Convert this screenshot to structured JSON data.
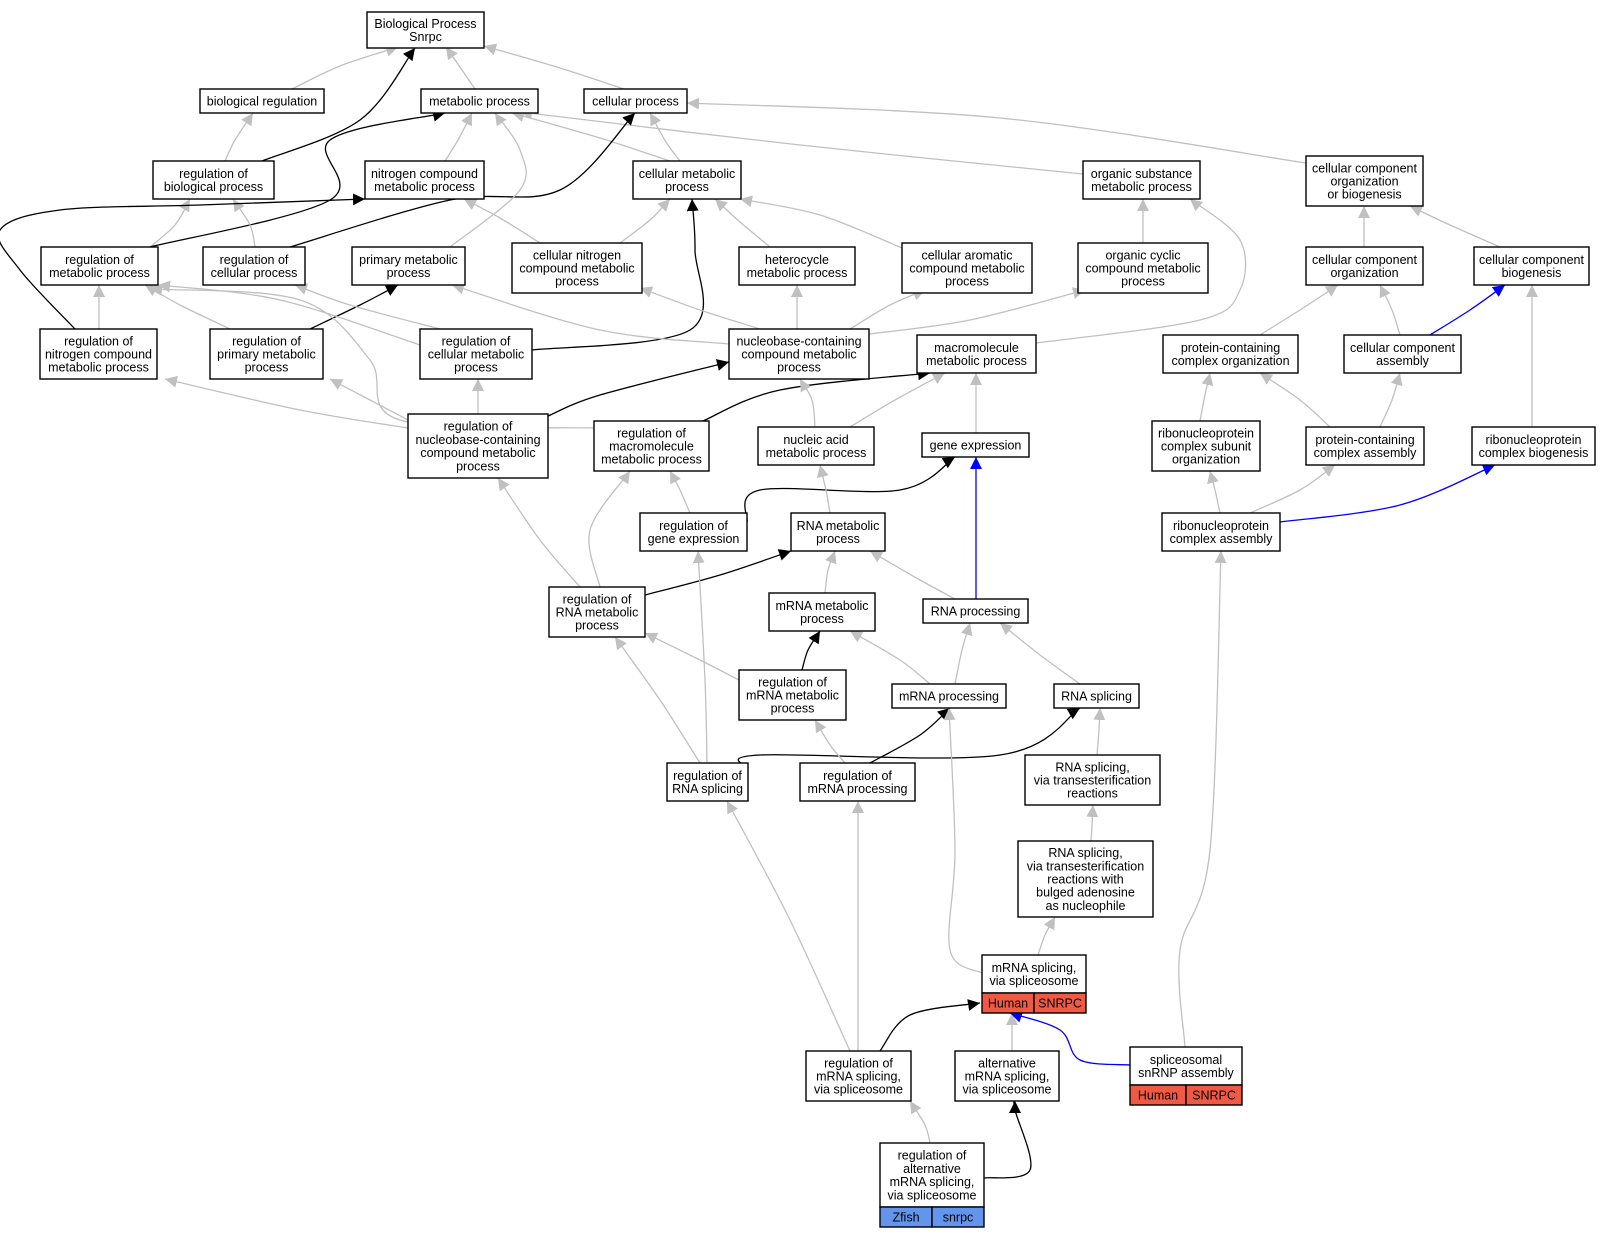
{
  "colors": {
    "is_a": "#c0c0c0",
    "regulates": "#000000",
    "part_of": "#0000ff",
    "human_badge": "#f05a44",
    "zfish_badge": "#6495ed"
  },
  "nodes": [
    {
      "id": "root",
      "lines": [
        "Biological Process",
        "Snrpc"
      ]
    },
    {
      "id": "bioreg",
      "lines": [
        "biological regulation"
      ]
    },
    {
      "id": "metab",
      "lines": [
        "metabolic process"
      ]
    },
    {
      "id": "cellproc",
      "lines": [
        "cellular process"
      ]
    },
    {
      "id": "regbio",
      "lines": [
        "regulation of",
        "biological process"
      ]
    },
    {
      "id": "nitro",
      "lines": [
        "nitrogen compound",
        "metabolic process"
      ]
    },
    {
      "id": "cellmetab",
      "lines": [
        "cellular metabolic",
        "process"
      ]
    },
    {
      "id": "orgsub",
      "lines": [
        "organic substance",
        "metabolic process"
      ]
    },
    {
      "id": "ccob",
      "lines": [
        "cellular component",
        "organization",
        "or biogenesis"
      ]
    },
    {
      "id": "regmetab",
      "lines": [
        "regulation of",
        "metabolic process"
      ]
    },
    {
      "id": "regcell",
      "lines": [
        "regulation of",
        "cellular process"
      ]
    },
    {
      "id": "primmetab",
      "lines": [
        "primary metabolic",
        "process"
      ]
    },
    {
      "id": "cellnitro",
      "lines": [
        "cellular nitrogen",
        "compound metabolic",
        "process"
      ]
    },
    {
      "id": "hetero",
      "lines": [
        "heterocycle",
        "metabolic process"
      ]
    },
    {
      "id": "cellarom",
      "lines": [
        "cellular aromatic",
        "compound metabolic",
        "process"
      ]
    },
    {
      "id": "orgcyc",
      "lines": [
        "organic cyclic",
        "compound metabolic",
        "process"
      ]
    },
    {
      "id": "cco",
      "lines": [
        "cellular component",
        "organization"
      ]
    },
    {
      "id": "ccb",
      "lines": [
        "cellular component",
        "biogenesis"
      ]
    },
    {
      "id": "regnitro",
      "lines": [
        "regulation of",
        "nitrogen compound",
        "metabolic process"
      ]
    },
    {
      "id": "regprim",
      "lines": [
        "regulation of",
        "primary metabolic",
        "process"
      ]
    },
    {
      "id": "regcellmetab",
      "lines": [
        "regulation of",
        "cellular metabolic",
        "process"
      ]
    },
    {
      "id": "nucbase",
      "lines": [
        "nucleobase-containing",
        "compound metabolic",
        "process"
      ]
    },
    {
      "id": "macro",
      "lines": [
        "macromolecule",
        "metabolic process"
      ]
    },
    {
      "id": "pcorg",
      "lines": [
        "protein-containing",
        "complex organization"
      ]
    },
    {
      "id": "cca",
      "lines": [
        "cellular component",
        "assembly"
      ]
    },
    {
      "id": "regnucbase",
      "lines": [
        "regulation of",
        "nucleobase-containing",
        "compound metabolic",
        "process"
      ]
    },
    {
      "id": "regmacro",
      "lines": [
        "regulation of",
        "macromolecule",
        "metabolic process"
      ]
    },
    {
      "id": "nucacid",
      "lines": [
        "nucleic acid",
        "metabolic process"
      ]
    },
    {
      "id": "geneexp",
      "lines": [
        "gene expression"
      ]
    },
    {
      "id": "rnpsub",
      "lines": [
        "ribonucleoprotein",
        "complex subunit",
        "organization"
      ]
    },
    {
      "id": "pcasm",
      "lines": [
        "protein-containing",
        "complex assembly"
      ]
    },
    {
      "id": "rnpbio",
      "lines": [
        "ribonucleoprotein",
        "complex biogenesis"
      ]
    },
    {
      "id": "reggeneexp",
      "lines": [
        "regulation of",
        "gene expression"
      ]
    },
    {
      "id": "rnametab",
      "lines": [
        "RNA metabolic",
        "process"
      ]
    },
    {
      "id": "rnpasm",
      "lines": [
        "ribonucleoprotein",
        "complex assembly"
      ]
    },
    {
      "id": "regrnametab",
      "lines": [
        "regulation of",
        "RNA metabolic",
        "process"
      ]
    },
    {
      "id": "mrnametab",
      "lines": [
        "mRNA metabolic",
        "process"
      ]
    },
    {
      "id": "rnaproc",
      "lines": [
        "RNA processing"
      ]
    },
    {
      "id": "regmrnametab",
      "lines": [
        "regulation of",
        "mRNA metabolic",
        "process"
      ]
    },
    {
      "id": "mrnaproc",
      "lines": [
        "mRNA processing"
      ]
    },
    {
      "id": "rnasplice",
      "lines": [
        "RNA splicing"
      ]
    },
    {
      "id": "regrnasplice",
      "lines": [
        "regulation of",
        "RNA splicing"
      ]
    },
    {
      "id": "regmrnaproc",
      "lines": [
        "regulation of",
        "mRNA processing"
      ]
    },
    {
      "id": "rnasplicetrans",
      "lines": [
        "RNA splicing,",
        "via transesterification",
        "reactions"
      ]
    },
    {
      "id": "rnasplicebulged",
      "lines": [
        "RNA splicing,",
        "via transesterification",
        "reactions with",
        "bulged adenosine",
        "as nucleophile"
      ]
    },
    {
      "id": "mrnasplice",
      "lines": [
        "mRNA splicing,",
        "via spliceosome"
      ],
      "badges": [
        {
          "label": "Human",
          "kind": "human"
        },
        {
          "label": "SNRPC",
          "kind": "human"
        }
      ]
    },
    {
      "id": "regmrnasplice",
      "lines": [
        "regulation of",
        "mRNA splicing,",
        "via spliceosome"
      ]
    },
    {
      "id": "altsplice",
      "lines": [
        "alternative",
        "mRNA splicing,",
        "via spliceosome"
      ]
    },
    {
      "id": "snrnp",
      "lines": [
        "spliceosomal",
        "snRNP assembly"
      ],
      "badges": [
        {
          "label": "Human",
          "kind": "human"
        },
        {
          "label": "SNRPC",
          "kind": "human"
        }
      ]
    },
    {
      "id": "regaltsplice",
      "lines": [
        "regulation of",
        "alternative",
        "mRNA splicing,",
        "via spliceosome"
      ],
      "badges": [
        {
          "label": "Zfish",
          "kind": "zfish"
        },
        {
          "label": "snrpc",
          "kind": "zfish"
        }
      ]
    }
  ],
  "edges": [
    {
      "from": "bioreg",
      "to": "root",
      "type": "is_a"
    },
    {
      "from": "metab",
      "to": "root",
      "type": "is_a"
    },
    {
      "from": "cellproc",
      "to": "root",
      "type": "is_a"
    },
    {
      "from": "regbio",
      "to": "root",
      "type": "regulates"
    },
    {
      "from": "regbio",
      "to": "bioreg",
      "type": "is_a"
    },
    {
      "from": "nitro",
      "to": "metab",
      "type": "is_a"
    },
    {
      "from": "cellmetab",
      "to": "metab",
      "type": "is_a"
    },
    {
      "from": "cellmetab",
      "to": "cellproc",
      "type": "is_a"
    },
    {
      "from": "orgsub",
      "to": "metab",
      "type": "is_a"
    },
    {
      "from": "ccob",
      "to": "cellproc",
      "type": "is_a"
    },
    {
      "from": "regmetab",
      "to": "regbio",
      "type": "is_a"
    },
    {
      "from": "regmetab",
      "to": "metab",
      "type": "regulates"
    },
    {
      "from": "regcell",
      "to": "regbio",
      "type": "is_a"
    },
    {
      "from": "regcell",
      "to": "cellproc",
      "type": "regulates"
    },
    {
      "from": "primmetab",
      "to": "metab",
      "type": "is_a"
    },
    {
      "from": "cellnitro",
      "to": "nitro",
      "type": "is_a"
    },
    {
      "from": "cellnitro",
      "to": "cellmetab",
      "type": "is_a"
    },
    {
      "from": "hetero",
      "to": "cellmetab",
      "type": "is_a"
    },
    {
      "from": "cellarom",
      "to": "cellmetab",
      "type": "is_a"
    },
    {
      "from": "orgcyc",
      "to": "orgsub",
      "type": "is_a"
    },
    {
      "from": "cco",
      "to": "ccob",
      "type": "is_a"
    },
    {
      "from": "ccb",
      "to": "ccob",
      "type": "is_a"
    },
    {
      "from": "regnitro",
      "to": "regmetab",
      "type": "is_a"
    },
    {
      "from": "regnitro",
      "to": "nitro",
      "type": "regulates"
    },
    {
      "from": "regprim",
      "to": "regmetab",
      "type": "is_a"
    },
    {
      "from": "regprim",
      "to": "primmetab",
      "type": "regulates"
    },
    {
      "from": "regcellmetab",
      "to": "regmetab",
      "type": "is_a"
    },
    {
      "from": "regcellmetab",
      "to": "regcell",
      "type": "is_a"
    },
    {
      "from": "regcellmetab",
      "to": "cellmetab",
      "type": "regulates"
    },
    {
      "from": "nucbase",
      "to": "primmetab",
      "type": "is_a"
    },
    {
      "from": "nucbase",
      "to": "cellnitro",
      "type": "is_a"
    },
    {
      "from": "nucbase",
      "to": "hetero",
      "type": "is_a"
    },
    {
      "from": "nucbase",
      "to": "cellarom",
      "type": "is_a"
    },
    {
      "from": "nucbase",
      "to": "orgcyc",
      "type": "is_a"
    },
    {
      "from": "macro",
      "to": "orgsub",
      "type": "is_a"
    },
    {
      "from": "pcorg",
      "to": "cco",
      "type": "is_a"
    },
    {
      "from": "cca",
      "to": "cco",
      "type": "is_a"
    },
    {
      "from": "cca",
      "to": "ccb",
      "type": "part_of"
    },
    {
      "from": "regnucbase",
      "to": "regnitro",
      "type": "is_a"
    },
    {
      "from": "regnucbase",
      "to": "regprim",
      "type": "is_a"
    },
    {
      "from": "regnucbase",
      "to": "regcellmetab",
      "type": "is_a"
    },
    {
      "from": "regnucbase",
      "to": "nucbase",
      "type": "regulates"
    },
    {
      "from": "regmacro",
      "to": "regmetab",
      "type": "is_a"
    },
    {
      "from": "regmacro",
      "to": "macro",
      "type": "regulates"
    },
    {
      "from": "nucacid",
      "to": "nucbase",
      "type": "is_a"
    },
    {
      "from": "nucacid",
      "to": "macro",
      "type": "is_a"
    },
    {
      "from": "geneexp",
      "to": "macro",
      "type": "is_a"
    },
    {
      "from": "rnpsub",
      "to": "pcorg",
      "type": "is_a"
    },
    {
      "from": "pcasm",
      "to": "pcorg",
      "type": "is_a"
    },
    {
      "from": "pcasm",
      "to": "cca",
      "type": "is_a"
    },
    {
      "from": "rnpbio",
      "to": "ccb",
      "type": "is_a"
    },
    {
      "from": "reggeneexp",
      "to": "regmacro",
      "type": "is_a"
    },
    {
      "from": "reggeneexp",
      "to": "geneexp",
      "type": "regulates"
    },
    {
      "from": "rnametab",
      "to": "nucacid",
      "type": "is_a"
    },
    {
      "from": "rnpasm",
      "to": "rnpsub",
      "type": "is_a"
    },
    {
      "from": "rnpasm",
      "to": "pcasm",
      "type": "is_a"
    },
    {
      "from": "rnpasm",
      "to": "rnpbio",
      "type": "part_of"
    },
    {
      "from": "regrnametab",
      "to": "regnucbase",
      "type": "is_a"
    },
    {
      "from": "regrnametab",
      "to": "regmacro",
      "type": "is_a"
    },
    {
      "from": "regrnametab",
      "to": "rnametab",
      "type": "regulates"
    },
    {
      "from": "mrnametab",
      "to": "rnametab",
      "type": "is_a"
    },
    {
      "from": "rnaproc",
      "to": "rnametab",
      "type": "is_a"
    },
    {
      "from": "rnaproc",
      "to": "geneexp",
      "type": "part_of"
    },
    {
      "from": "regmrnametab",
      "to": "regrnametab",
      "type": "is_a"
    },
    {
      "from": "regmrnametab",
      "to": "mrnametab",
      "type": "regulates"
    },
    {
      "from": "mrnaproc",
      "to": "mrnametab",
      "type": "is_a"
    },
    {
      "from": "mrnaproc",
      "to": "rnaproc",
      "type": "is_a"
    },
    {
      "from": "rnasplice",
      "to": "rnaproc",
      "type": "is_a"
    },
    {
      "from": "regrnasplice",
      "to": "reggeneexp",
      "type": "is_a"
    },
    {
      "from": "regrnasplice",
      "to": "regrnametab",
      "type": "is_a"
    },
    {
      "from": "regrnasplice",
      "to": "rnasplice",
      "type": "regulates"
    },
    {
      "from": "regmrnaproc",
      "to": "regmrnametab",
      "type": "is_a"
    },
    {
      "from": "regmrnaproc",
      "to": "mrnaproc",
      "type": "regulates"
    },
    {
      "from": "rnasplicetrans",
      "to": "rnasplice",
      "type": "is_a"
    },
    {
      "from": "rnasplicebulged",
      "to": "rnasplicetrans",
      "type": "is_a"
    },
    {
      "from": "mrnasplice",
      "to": "mrnaproc",
      "type": "is_a"
    },
    {
      "from": "mrnasplice",
      "to": "rnasplicebulged",
      "type": "is_a"
    },
    {
      "from": "regmrnasplice",
      "to": "regrnasplice",
      "type": "is_a"
    },
    {
      "from": "regmrnasplice",
      "to": "regmrnaproc",
      "type": "is_a"
    },
    {
      "from": "regmrnasplice",
      "to": "mrnasplice",
      "type": "regulates"
    },
    {
      "from": "altsplice",
      "to": "mrnasplice",
      "type": "is_a"
    },
    {
      "from": "snrnp",
      "to": "rnpasm",
      "type": "is_a"
    },
    {
      "from": "snrnp",
      "to": "mrnasplice",
      "type": "part_of"
    },
    {
      "from": "regaltsplice",
      "to": "regmrnasplice",
      "type": "is_a"
    },
    {
      "from": "regaltsplice",
      "to": "altsplice",
      "type": "regulates"
    }
  ]
}
